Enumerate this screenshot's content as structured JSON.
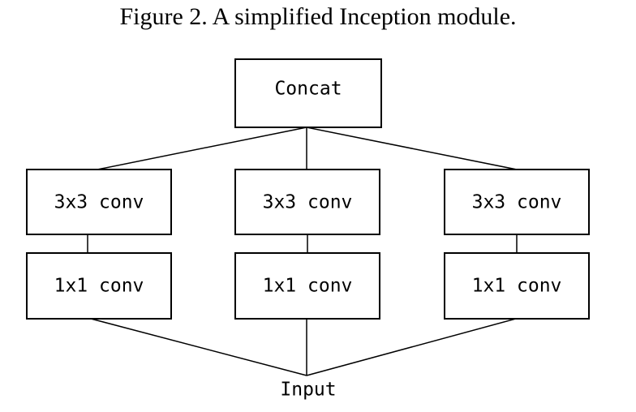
{
  "caption": "Figure 2. A simplified Inception module.",
  "nodes": {
    "concat": "Concat",
    "branches": [
      {
        "top": "3x3 conv",
        "bottom": "1x1 conv"
      },
      {
        "top": "3x3 conv",
        "bottom": "1x1 conv"
      },
      {
        "top": "3x3 conv",
        "bottom": "1x1 conv"
      }
    ],
    "input": "Input"
  }
}
